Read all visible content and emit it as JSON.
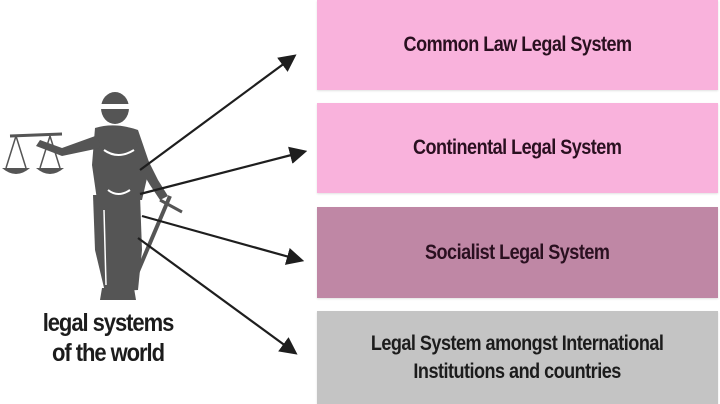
{
  "diagram": {
    "central": {
      "icon": "lady-justice-icon",
      "caption": "legal systems of the world",
      "caption_lines": [
        "legal systems",
        "of the world"
      ]
    },
    "boxes": [
      {
        "label": "Common Law Legal System",
        "color": "#f9b2dc"
      },
      {
        "label": "Continental Legal System",
        "color": "#f9b2dc"
      },
      {
        "label": "Socialist Legal System",
        "color": "#bf87a5"
      },
      {
        "label": "Legal System amongst International Institutions and countries",
        "lines": [
          "Legal System amongst International",
          "Institutions and countries"
        ],
        "color": "#c4c4c4"
      }
    ],
    "arrows": [
      {
        "from": "central",
        "to": "box-1"
      },
      {
        "from": "central",
        "to": "box-2"
      },
      {
        "from": "central",
        "to": "box-3"
      },
      {
        "from": "central",
        "to": "box-4"
      }
    ]
  }
}
